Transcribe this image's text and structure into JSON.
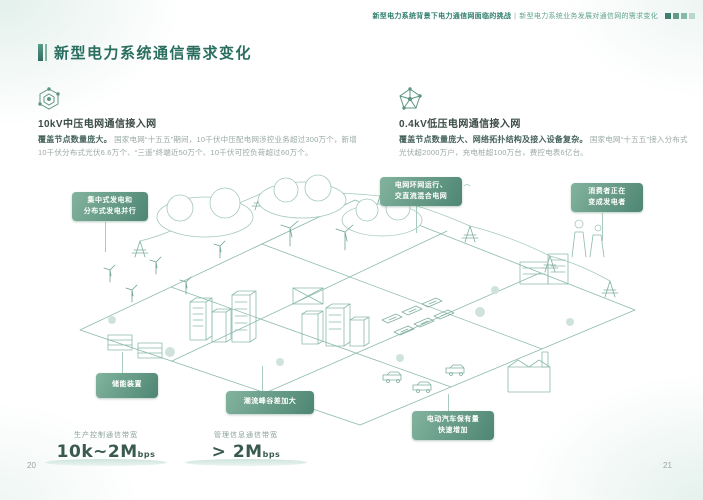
{
  "page": {
    "header": {
      "left": "新型电力系统背景下电力通信网面临的挑战",
      "sep": "|",
      "right": "新型电力系统业务发展对通信网的需求变化"
    },
    "title": "新型电力系统通信需求变化",
    "page_number_left": "20",
    "page_number_right": "21"
  },
  "sections": {
    "left": {
      "heading": "10kV中压电网通信接入网",
      "lead": "覆盖节点数量庞大。",
      "body": "国家电网“十五五”期间，10千伏中压配电网涉控业务超过300万个，新增10千伏分布式光伏6.6万个、“三遥”终端近50万个、10千伏可控负荷超过60万个。"
    },
    "right": {
      "heading": "0.4kV低压电网通信接入网",
      "lead": "覆盖节点数量庞大、网络拓扑结构及接入设备复杂。",
      "body": "国家电网“十五五”接入分布式光伏超2000万户，充电桩超100万台，费控电表6亿台。"
    }
  },
  "labels": {
    "generation": {
      "line1": "集中式发电和",
      "line2": "分布式发电并行"
    },
    "grid": {
      "line1": "电网环网运行、",
      "line2": "交直流混合电网"
    },
    "consumer": {
      "line1": "消费者正在",
      "line2": "变成发电者"
    },
    "storage": {
      "line1": "储能装置"
    },
    "flow": {
      "line1": "潮流峰谷差加大"
    },
    "ev": {
      "line1": "电动汽车保有量",
      "line2": "快速增加"
    }
  },
  "stats": {
    "production": {
      "label": "生产控制通信带宽",
      "value": "10k~2M",
      "unit": "bps"
    },
    "management": {
      "label": "管理信息通信带宽",
      "value": "> 2M",
      "unit": "bps"
    }
  },
  "icons": {
    "left_section": "hexagon-network-icon",
    "right_section": "star-network-icon"
  },
  "colors": {
    "accent_dark": "#2a6e5f",
    "accent_mid": "#4e8673",
    "accent_light": "#82b39e",
    "header_bold": "#2e7d6d",
    "header_light": "#5fa18f",
    "body_gray": "#9aa9a3",
    "stat_value": "#3a5a50",
    "illustration_stroke": "#8cbaad",
    "header_squares": [
      "#3e7f6f",
      "#5f9d8a",
      "#86baa6",
      "#b9d8cb"
    ]
  }
}
